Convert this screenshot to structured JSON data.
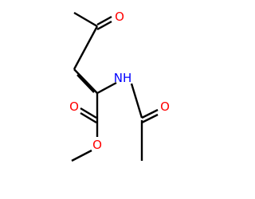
{
  "molecule": {
    "atoms": {
      "ketone_oxygen": {
        "symbol": "O",
        "color": "#ff0000"
      },
      "amide_nitrogen": {
        "symbol": "NH",
        "color": "#0000ff"
      },
      "ester_carbonyl_oxygen": {
        "symbol": "O",
        "color": "#ff0000"
      },
      "ester_oxygen": {
        "symbol": "O",
        "color": "#ff0000"
      },
      "amide_oxygen": {
        "symbol": "O",
        "color": "#ff0000"
      }
    },
    "bond_color": "#000000"
  }
}
